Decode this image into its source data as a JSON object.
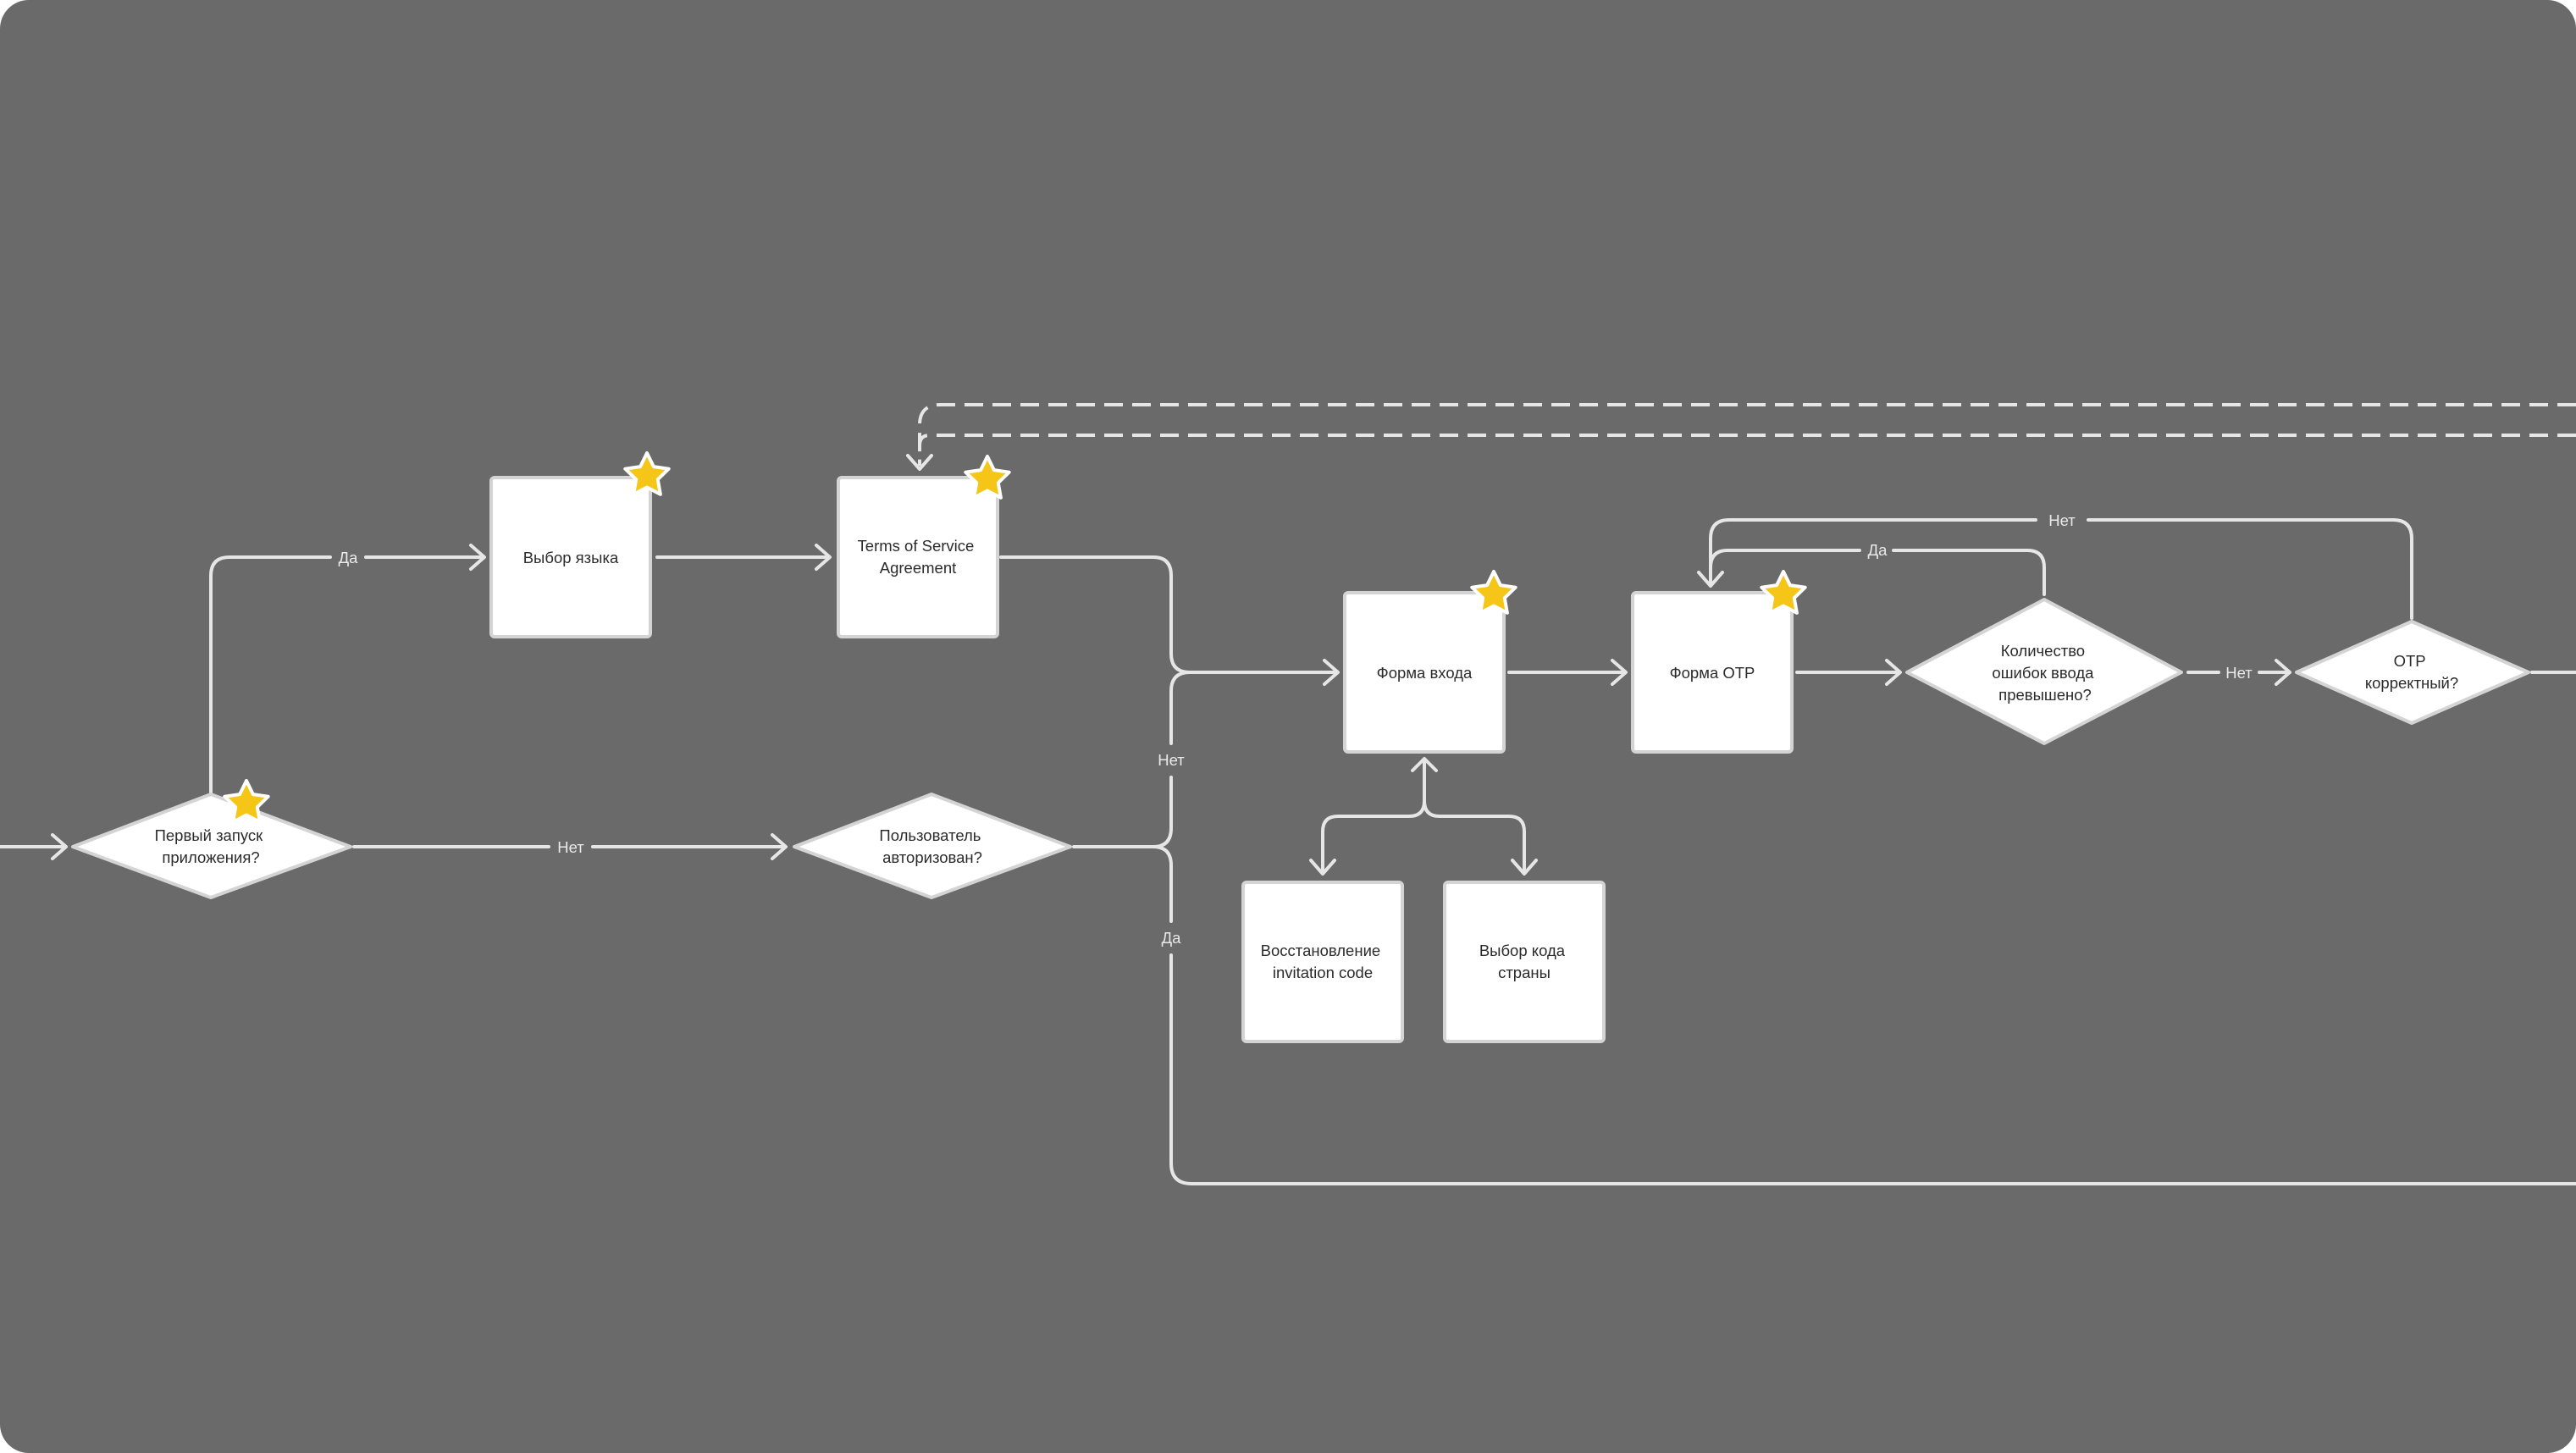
{
  "colors": {
    "background": "#6a6a6a",
    "node_fill": "#ffffff",
    "connector": "#e6e6e6",
    "star": "#f5c518"
  },
  "icons": [
    "star-icon"
  ],
  "nodes": {
    "first_launch": {
      "lines": [
        "Первый запуск",
        "приложения?"
      ]
    },
    "language": {
      "lines": [
        "Выбор языка"
      ]
    },
    "tos": {
      "lines": [
        "Terms of Service",
        "Agreement"
      ]
    },
    "user_authorized": {
      "lines": [
        "Пользователь",
        "авторизован?"
      ]
    },
    "login_form": {
      "lines": [
        "Форма входа"
      ]
    },
    "otp_form": {
      "lines": [
        "Форма OTP"
      ]
    },
    "errors_exceeded": {
      "lines": [
        "Количество",
        "ошибок ввода",
        "превышено?"
      ]
    },
    "otp_correct": {
      "lines": [
        "OTP",
        "корректный?"
      ]
    },
    "restore_code": {
      "lines": [
        "Восстановление",
        "invitation code"
      ]
    },
    "country_code": {
      "lines": [
        "Выбор кода",
        "страны"
      ]
    }
  },
  "edge_labels": {
    "first_yes": "Да",
    "first_no": "Нет",
    "auth_no": "Нет",
    "auth_yes": "Да",
    "errors_yes": "Да",
    "errors_no": "Нет",
    "otp_no": "Нет"
  }
}
